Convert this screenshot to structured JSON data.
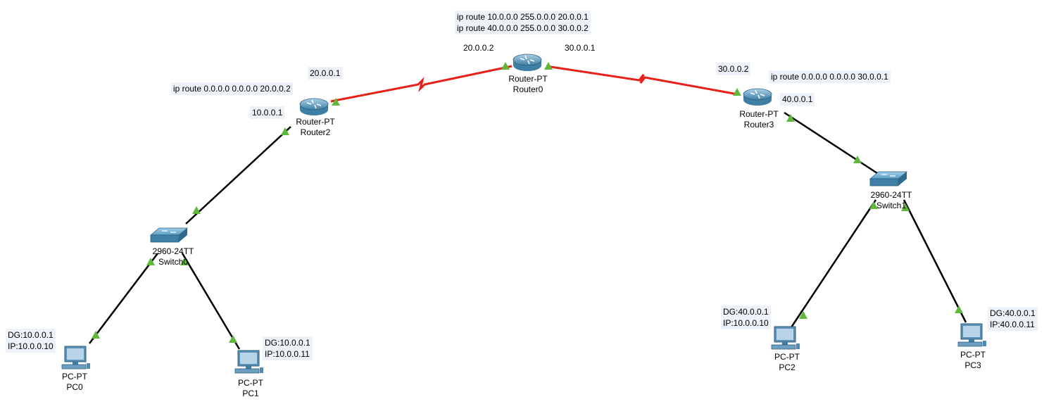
{
  "devices": {
    "router0": {
      "model": "Router-PT",
      "name": "Router0"
    },
    "router2": {
      "model": "Router-PT",
      "name": "Router2"
    },
    "router3": {
      "model": "Router-PT",
      "name": "Router3"
    },
    "switch0": {
      "model": "2960-24TT",
      "name": "Switch0"
    },
    "switch1": {
      "model": "2960-24TT",
      "name": "Switch1"
    },
    "pc0": {
      "model": "PC-PT",
      "name": "PC0"
    },
    "pc1": {
      "model": "PC-PT",
      "name": "PC1"
    },
    "pc2": {
      "model": "PC-PT",
      "name": "PC2"
    },
    "pc3": {
      "model": "PC-PT",
      "name": "PC3"
    }
  },
  "notes": {
    "router0_routes": [
      "ip route 10.0.0.0 255.0.0.0 20.0.0.1",
      "ip route 40.0.0.0 255.0.0.0 30.0.0.2"
    ],
    "router2_route": "ip route 0.0.0.0 0.0.0.0 20.0.0.2",
    "router3_route": "ip route 0.0.0.0 0.0.0.0 30.0.0.1",
    "pc0": [
      "DG:10.0.0.1",
      "IP:10.0.0.10"
    ],
    "pc1": [
      "DG:10.0.0.1",
      "IP:10.0.0.11"
    ],
    "pc2": [
      "DG:40.0.0.1",
      "IP:10.0.0.10"
    ],
    "pc3": [
      "DG:40.0.0.1",
      "IP:40.0.0.11"
    ]
  },
  "interfaces": {
    "r0_left": "20.0.0.2",
    "r0_right": "30.0.0.1",
    "r2_serial": "20.0.0.1",
    "r2_lan": "10.0.0.1",
    "r3_serial": "30.0.0.2",
    "r3_lan": "40.0.0.1"
  },
  "colors": {
    "serial_link": "#e8201a",
    "ethernet_link": "#000000",
    "link_up": "#5fb83c",
    "note_bg": "#edf1f8",
    "device_blue": "#4d8cb3"
  }
}
